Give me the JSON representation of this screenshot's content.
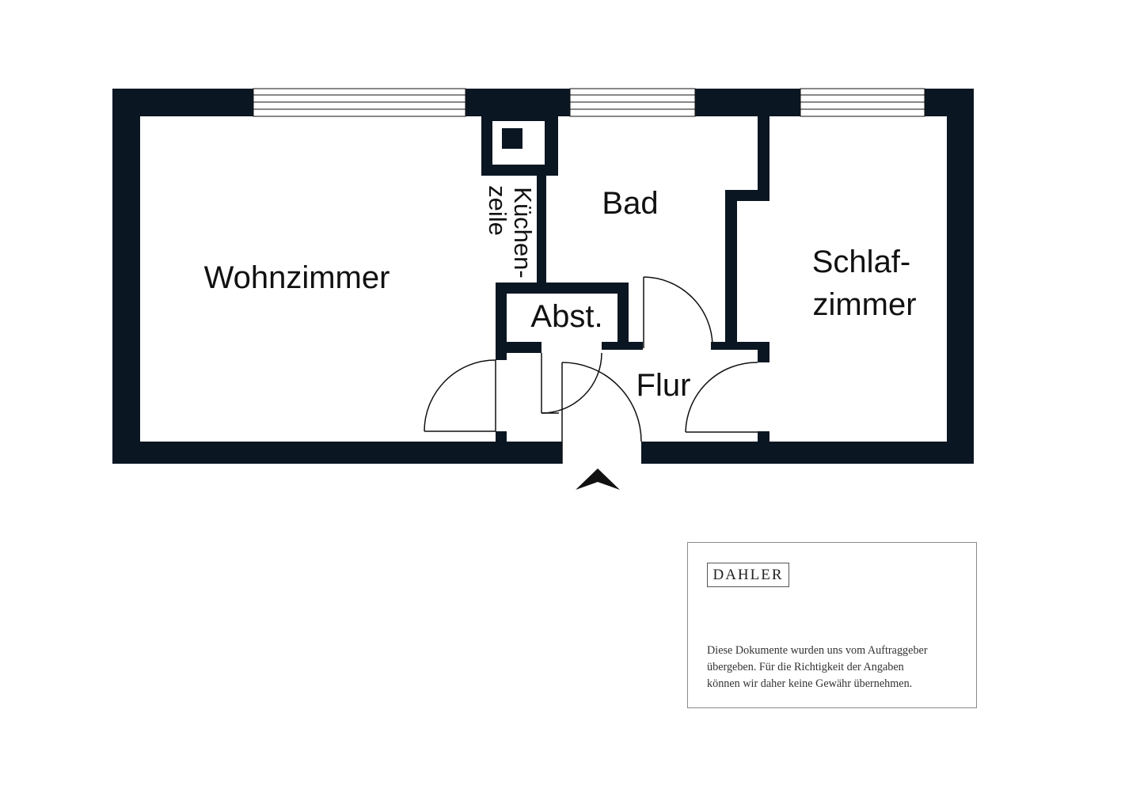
{
  "rooms": {
    "wohnzimmer": "Wohnzimmer",
    "kuechenzeile_line1": "Küchen-",
    "kuechenzeile_line2": "zeile",
    "bad": "Bad",
    "schlafzimmer_line1": "Schlaf-",
    "schlafzimmer_line2": "zimmer",
    "abstellraum": "Abst.",
    "flur": "Flur"
  },
  "disclaimer": {
    "brand": "DAHLER",
    "lines": [
      "Diese Dokumente wurden uns vom Auftraggeber",
      "übergeben. Für die Richtigkeit der Angaben",
      "können wir daher keine Gewähr übernehmen."
    ]
  },
  "colors": {
    "wall": "#0b1623",
    "line": "#111111",
    "background": "#ffffff"
  },
  "icons": {
    "entrance": "entrance-arrow-icon"
  }
}
